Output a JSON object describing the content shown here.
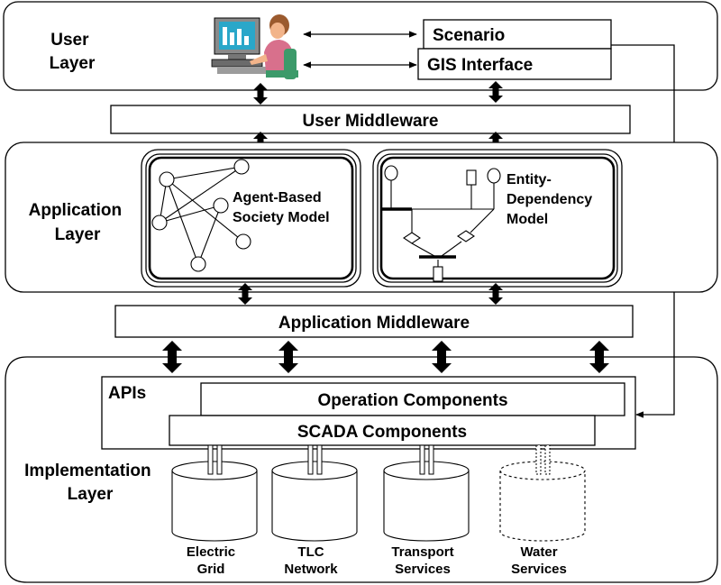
{
  "layers": {
    "user": [
      "User",
      "Layer"
    ],
    "application": [
      "Application",
      "Layer"
    ],
    "implementation": [
      "Implementation",
      "Layer"
    ]
  },
  "boxes": {
    "scenario": "Scenario",
    "gis_interface": "GIS Interface",
    "user_middleware": "User Middleware",
    "application_middleware": "Application Middleware",
    "apis": "APIs",
    "operation_components": "Operation Components",
    "scada_components": "SCADA Components"
  },
  "models": {
    "agent_based": [
      "Agent-Based",
      "Society Model"
    ],
    "entity_dependency": [
      "Entity-",
      "Dependency",
      "Model"
    ]
  },
  "services": [
    {
      "lines": [
        "Electric",
        "Grid"
      ],
      "style": "solid"
    },
    {
      "lines": [
        "TLC",
        "Network"
      ],
      "style": "solid"
    },
    {
      "lines": [
        "Transport",
        "Services"
      ],
      "style": "solid"
    },
    {
      "lines": [
        "Water",
        "Services"
      ],
      "style": "dashed"
    }
  ],
  "icons": {
    "user": "person-at-computer-icon"
  }
}
